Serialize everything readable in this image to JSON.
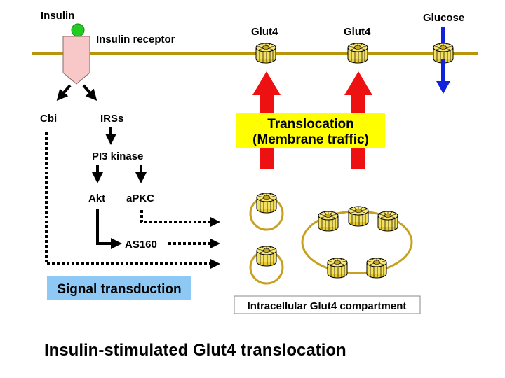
{
  "labels": {
    "insulin": "Insulin",
    "insulin_receptor": "Insulin receptor",
    "glut4_a": "Glut4",
    "glut4_b": "Glut4",
    "glucose": "Glucose",
    "cbi": "Cbi",
    "irss": "IRSs",
    "pi3_kinase": "PI3 kinase",
    "akt": "Akt",
    "apkc": "aPKC",
    "as160": "AS160"
  },
  "translocation_box": {
    "line1": "Translocation",
    "line2": "(Membrane traffic)"
  },
  "signal_transduction_box": "Signal transduction",
  "compartment_label": "Intracellular Glut4 compartment",
  "title": "Insulin-stimulated Glut4 translocation",
  "colors": {
    "membrane": "#b8960c",
    "insulin": "#22cc22",
    "receptor": "#f8c8c8",
    "translocation_arrow": "#ee1111",
    "glucose_arrow": "#1122dd",
    "translocation_box": "#ffff00",
    "signal_box": "#8ec8f4",
    "glut4": "#f4e060"
  }
}
